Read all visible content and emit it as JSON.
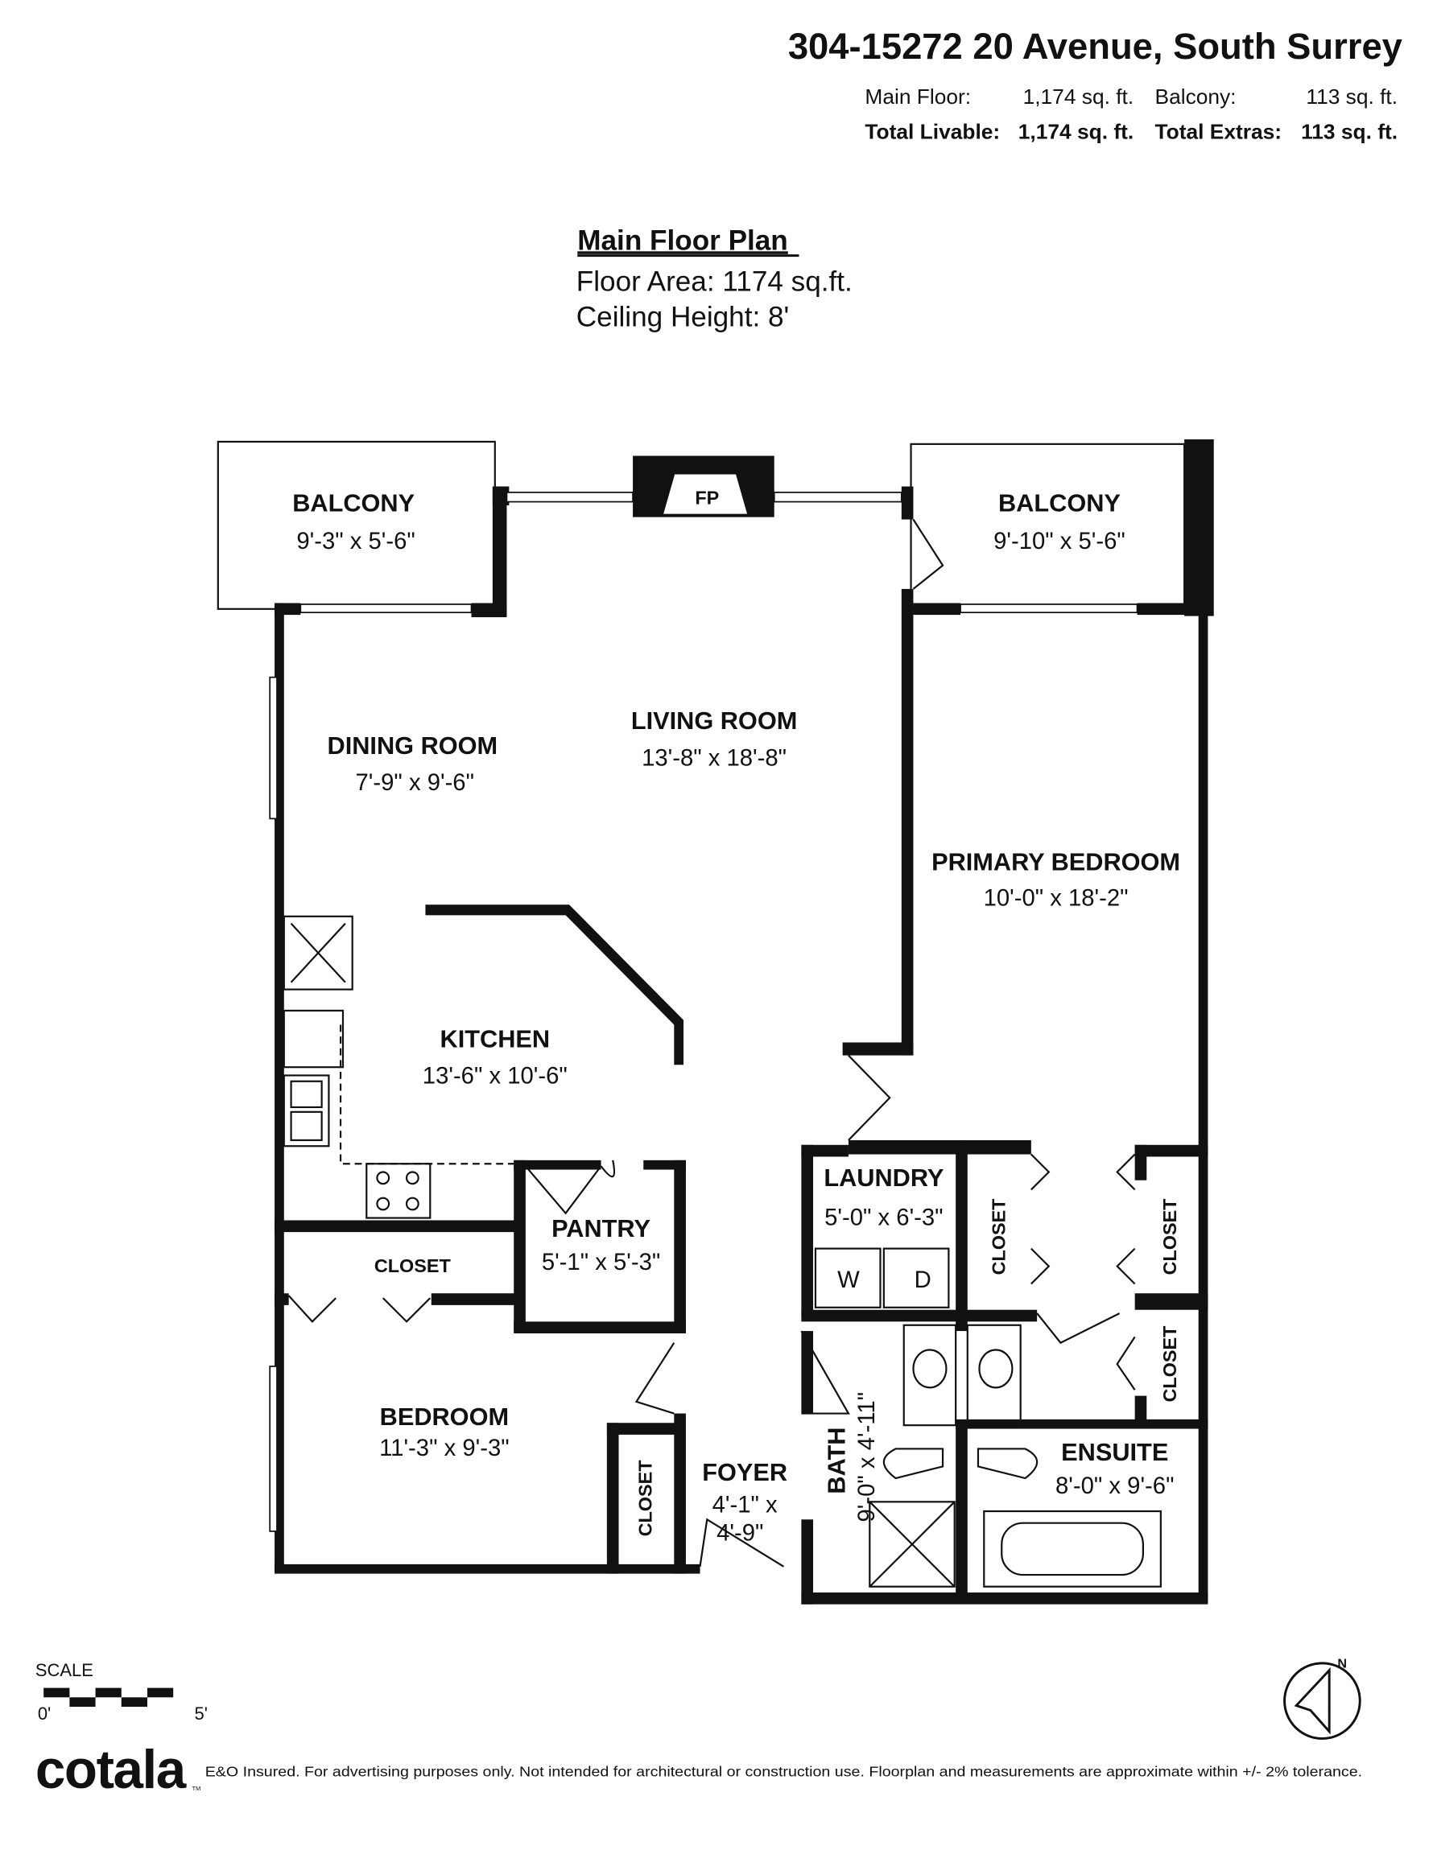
{
  "header": {
    "address": "304-15272 20 Avenue, South Surrey",
    "main_floor_label": "Main Floor:",
    "main_floor_value": "1,174 sq. ft.",
    "balcony_label": "Balcony:",
    "balcony_value": "113 sq. ft.",
    "total_livable_label": "Total Livable:",
    "total_livable_value": "1,174 sq. ft.",
    "total_extras_label": "Total Extras:",
    "total_extras_value": "113 sq. ft."
  },
  "plan": {
    "title": "Main Floor Plan",
    "floor_area": "Floor Area: 1174 sq.ft.",
    "ceiling_height": "Ceiling Height: 8'"
  },
  "rooms": {
    "balcony_left": {
      "name": "BALCONY",
      "dims": "9'-3\" x 5'-6\""
    },
    "balcony_right": {
      "name": "BALCONY",
      "dims": "9'-10\" x 5'-6\""
    },
    "fireplace": {
      "name": "FP"
    },
    "living": {
      "name": "LIVING ROOM",
      "dims": "13'-8\" x 18'-8\""
    },
    "dining": {
      "name": "DINING ROOM",
      "dims": "7'-9\" x 9'-6\""
    },
    "primary": {
      "name": "PRIMARY BEDROOM",
      "dims": "10'-0\" x 18'-2\""
    },
    "kitchen": {
      "name": "KITCHEN",
      "dims": "13'-6\" x 10'-6\""
    },
    "laundry": {
      "name": "LAUNDRY",
      "dims": "5'-0\" x 6'-3\"",
      "washer": "W",
      "dryer": "D"
    },
    "pantry": {
      "name": "PANTRY",
      "dims": "5'-1\" x 5'-3\""
    },
    "closet_bedroom": {
      "name": "CLOSET"
    },
    "bedroom": {
      "name": "BEDROOM",
      "dims": "11'-3\" x 9'-3\""
    },
    "closet_foyer": {
      "name": "CLOSET"
    },
    "foyer": {
      "name": "FOYER",
      "dims1": "4'-1\" x",
      "dims2": "4'-9\""
    },
    "bath": {
      "name": "BATH",
      "dims": "9'-0\" x 4'-11\""
    },
    "closet_primary_left": {
      "name": "CLOSET"
    },
    "closet_primary_right": {
      "name": "CLOSET"
    },
    "closet_ensuite": {
      "name": "CLOSET"
    },
    "ensuite": {
      "name": "ENSUITE",
      "dims": "8'-0\" x 9'-6\""
    }
  },
  "scale": {
    "label": "SCALE",
    "start": "0'",
    "end": "5'"
  },
  "compass": {
    "north": "N"
  },
  "footer": {
    "logo": "cotala",
    "trademark": "TM",
    "disclaimer": "E&O Insured. For advertising purposes only. Not intended for architectural or construction use. Floorplan and measurements are approximate within +/- 2% tolerance."
  }
}
